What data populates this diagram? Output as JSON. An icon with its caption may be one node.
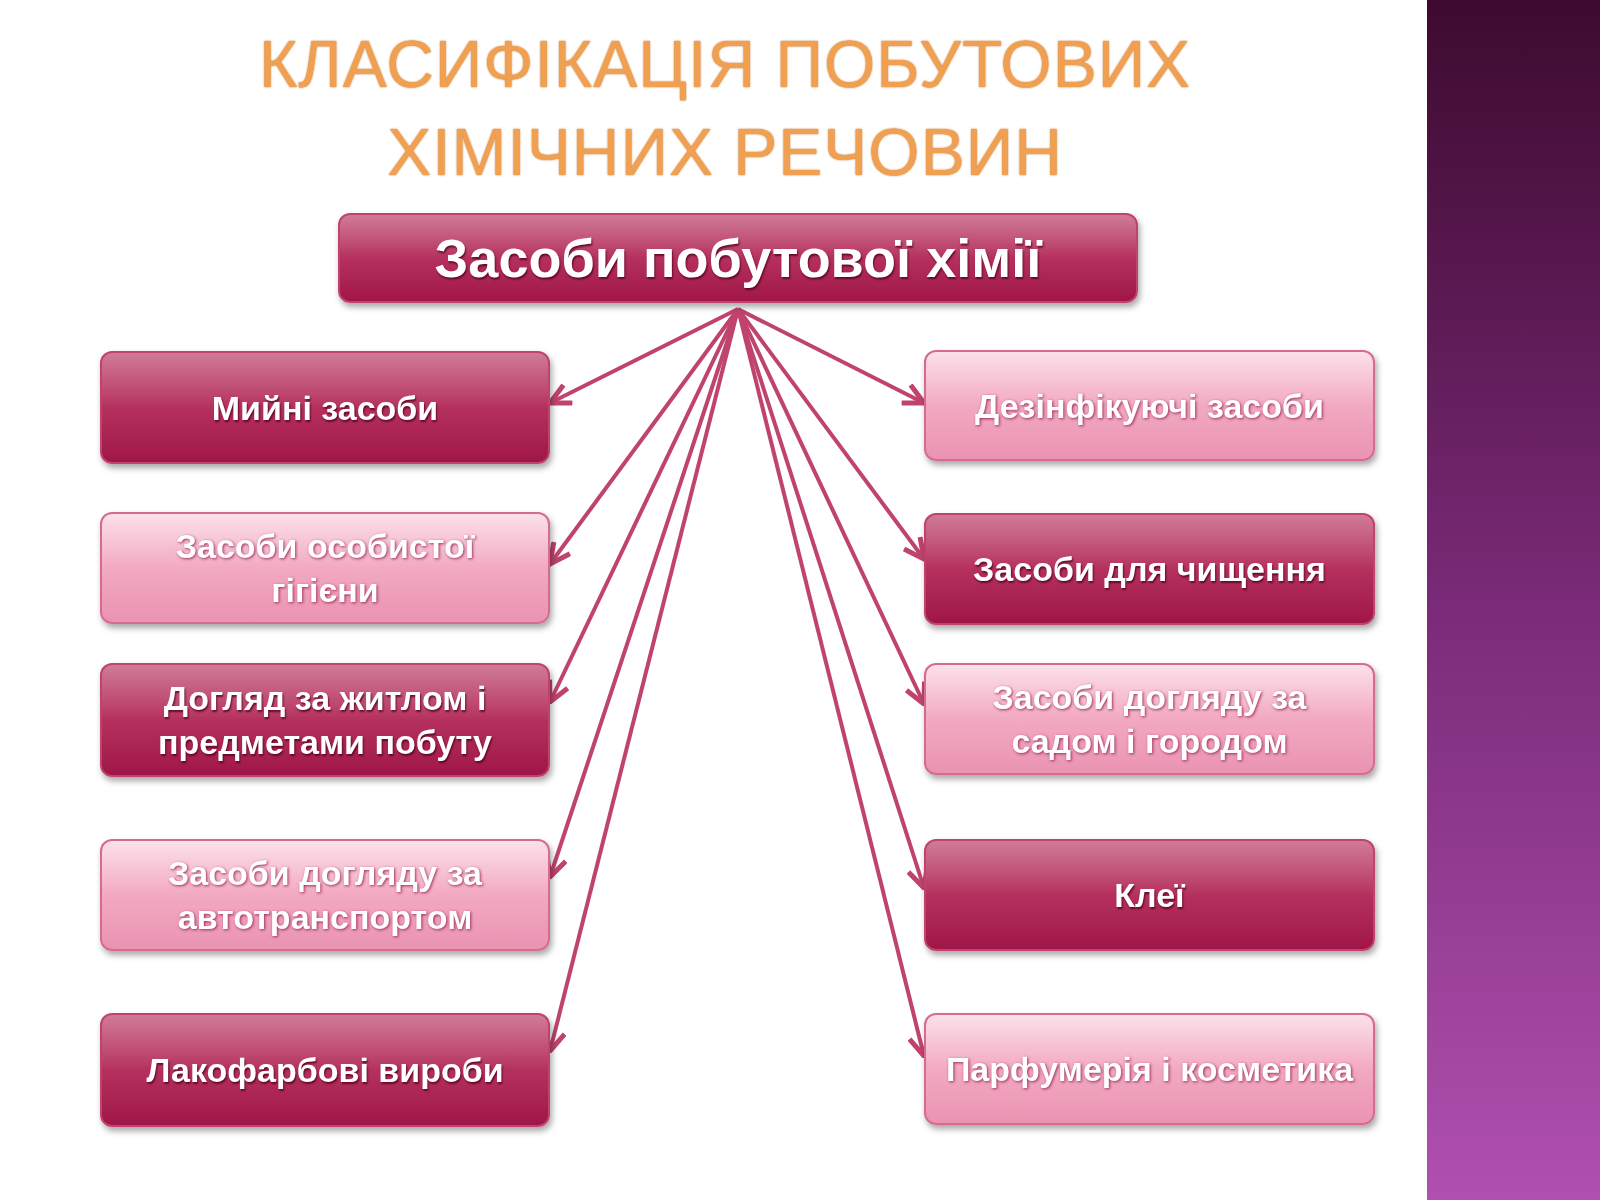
{
  "diagram": {
    "title": "КЛАСИФІКАЦІЯ ПОБУТОВИХ ХІМІЧНИХ РЕЧОВИН",
    "nodes": [
      {
        "text": [
          "Засоби побутової хімії"
        ]
      },
      {
        "text": [
          "Мийні засоби"
        ]
      },
      {
        "text": [
          "Дезінфікуючі засоби"
        ]
      },
      {
        "text": [
          "Засоби особистої гігієни"
        ]
      },
      {
        "text": [
          "Засоби для чищення"
        ]
      },
      {
        "text": [
          "Догляд за житлом і предметами побуту"
        ]
      },
      {
        "text": [
          "Засоби догляду за садом і городом"
        ]
      },
      {
        "text": [
          "Засоби догляду за автотранспортом"
        ]
      },
      {
        "text": [
          "Клеї"
        ]
      },
      {
        "text": [
          "Лакофарбові вироби"
        ]
      },
      {
        "text": [
          "Парфумерія і косметика"
        ]
      }
    ],
    "edges": [
      {
        "from": 0,
        "to": 1,
        "arrow": "to"
      },
      {
        "from": 0,
        "to": 3,
        "arrow": "to"
      },
      {
        "from": 0,
        "to": 5,
        "arrow": "to"
      },
      {
        "from": 0,
        "to": 7,
        "arrow": "to"
      },
      {
        "from": 0,
        "to": 9,
        "arrow": "to"
      },
      {
        "from": 0,
        "to": 2,
        "arrow": "to"
      },
      {
        "from": 0,
        "to": 4,
        "arrow": "to"
      },
      {
        "from": 0,
        "to": 6,
        "arrow": "to"
      },
      {
        "from": 0,
        "to": 8,
        "arrow": "to"
      },
      {
        "from": 0,
        "to": 10,
        "arrow": "to"
      }
    ]
  }
}
